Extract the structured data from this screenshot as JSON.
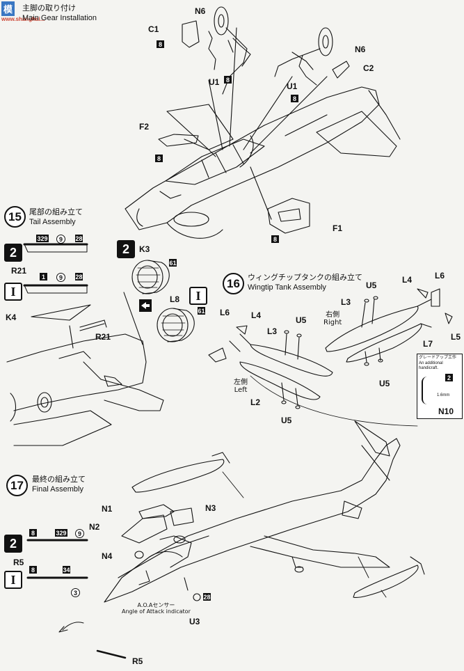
{
  "watermark": {
    "site": "www.shanghai..."
  },
  "step14": {
    "title_jp": "主脚の取り付け",
    "title_en": "Main Gear Installation",
    "parts": {
      "n6a": "N6",
      "c1": "C1",
      "c1_num": "8",
      "u1a": "U1",
      "u1a_num": "8",
      "n6b": "N6",
      "c2": "C2",
      "u1b": "U1",
      "u1b_num": "8",
      "f2": "F2",
      "f2_num": "8",
      "f1": "F1",
      "f1_num": "8"
    }
  },
  "step15": {
    "number": "15",
    "title_jp": "尾部の組み立て",
    "title_en": "Tail Assembly",
    "parts": {
      "k3": "K3",
      "k3_num": "61",
      "l8": "L8",
      "l8_num": "61",
      "r21a": "R21",
      "r21b": "R21",
      "k4": "K4",
      "kit2_label": "2",
      "kit1_label": "I",
      "rodtop_a": "329",
      "rodtop_b": "9",
      "rodtop_c": "28",
      "rodbot_a": "1",
      "rodbot_b": "9",
      "rodbot_c": "28"
    }
  },
  "step16": {
    "number": "16",
    "title_jp": "ウィングチップタンクの組み立て",
    "title_en": "Wingtip Tank Assembly",
    "parts": {
      "u5a": "U5",
      "l4a": "L4",
      "l6a": "L6",
      "l3a": "L3",
      "right_jp": "右側",
      "right_en": "Right",
      "l5": "L5",
      "l7": "L7",
      "u5b": "U5",
      "l6b": "L6",
      "l4b": "L4",
      "l3b": "L3",
      "u5c": "U5",
      "left_jp": "左側",
      "left_en": "Left",
      "l2": "L2",
      "u5d": "U5"
    },
    "upgrade": {
      "title": "グレードアップ工作",
      "line1": "An additional",
      "line2": "handicraft.",
      "dim": "1.6mm",
      "part": "N10"
    }
  },
  "step17": {
    "number": "17",
    "title_jp": "最終の組み立て",
    "title_en": "Final Assembly",
    "parts": {
      "n1": "N1",
      "n2": "N2",
      "n3": "N3",
      "n4": "N4",
      "u3": "U3",
      "u3_num": "28",
      "aoa_jp": "A.O.Aセンサー",
      "aoa_en": "Angle of Attack indicator",
      "r5a": "R5",
      "r5b": "R5",
      "rodtop_a": "8",
      "rodtop_b": "329",
      "rodtop_c": "9",
      "rodbot_a": "8",
      "rodbot_b": "34",
      "rodbot_c": "3"
    }
  }
}
